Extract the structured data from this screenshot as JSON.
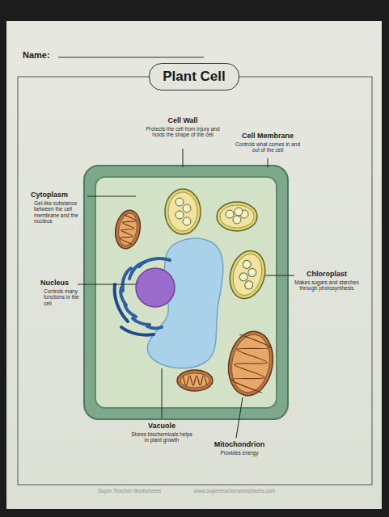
{
  "diagram": {
    "title": "Plant Cell",
    "labels": [
      "Name:",
      "Cell Wall",
      "Protects the cell from injury and holds the shape of the cell",
      "Cell Membrane",
      "Controls what comes in and out of the cell",
      "Cytoplasm",
      "Gel-like substance between the cell membrane and the nucleus",
      "Nucleus",
      "Controls many functions in the cell",
      "Chloroplast",
      "Makes sugars and starches through photosynthesis",
      "Vacuole",
      "Stores biochemicals helps in plant growth",
      "Mitochondrion",
      "Provides energy",
      "Super Teacher Worksheets",
      "www.superteacherworksheets.com"
    ]
  }
}
